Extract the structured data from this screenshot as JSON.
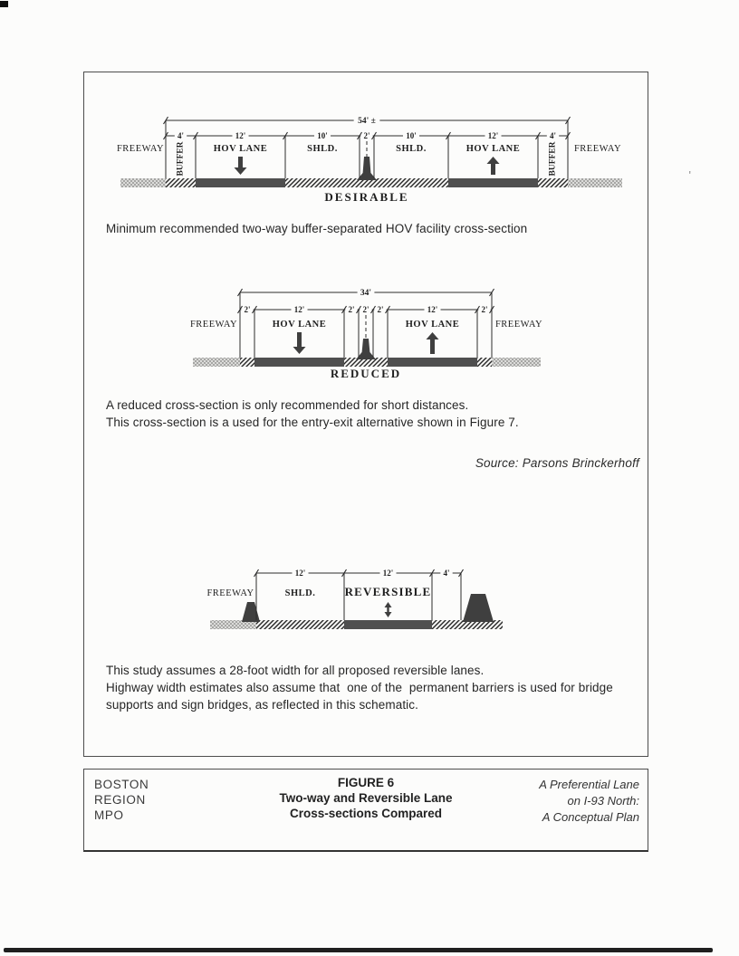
{
  "captions": {
    "desirable": "Minimum recommended two-way buffer-separated HOV facility cross-section",
    "reduced": [
      "A reduced cross-section is only recommended for short distances.",
      "This cross-section is a used for the entry-exit alternative shown in Figure 7."
    ],
    "source": "Source: Parsons Brinckerhoff",
    "reversible": [
      "This study assumes a 28-foot width for all proposed reversible lanes.",
      "Highway width estimates also assume that  one of the  permanent barriers is used for bridge",
      "supports and sign bridges, as reflected in this schematic."
    ]
  },
  "footer": {
    "org": [
      "BOSTON",
      "REGION",
      "MPO"
    ],
    "figure_title": [
      "FIGURE 6",
      "Two-way and Reversible Lane",
      "Cross-sections Compared"
    ],
    "report_title": [
      "A Preferential Lane",
      "on I-93 North:",
      "A Conceptual Plan"
    ]
  },
  "diagram_style": {
    "colors": {
      "line": "#2b2b2b",
      "text": "#1e1e1e",
      "dark": "#4f4f4f",
      "dark2": "#3f3f3f",
      "hatch_bg": "#f6f6f4",
      "hatch_line": "#262626",
      "speckle_bg": "#dcdcda",
      "speckle_dot": "#a6a6a4",
      "paper": "#fcfcfb"
    }
  },
  "diagrams": [
    {
      "id": "desirable",
      "total_dim": "54' ±",
      "below_label": "DESIRABLE",
      "freeway_left": "FREEWAY",
      "freeway_right": "FREEWAY",
      "segments": [
        {
          "dim": "4'",
          "ft": 4,
          "label": "BUFFER",
          "rot": true,
          "ground": "hatch"
        },
        {
          "dim": "12'",
          "ft": 12,
          "label": "HOV LANE",
          "arrow": "down",
          "ground": "dark"
        },
        {
          "dim": "10'",
          "ft": 10,
          "label": "SHLD.",
          "ground": "hatch"
        },
        {
          "dim": "2'",
          "ft": 2,
          "center_barrier": true,
          "ground": "hatch"
        },
        {
          "dim": "10'",
          "ft": 10,
          "label": "SHLD.",
          "ground": "hatch"
        },
        {
          "dim": "12'",
          "ft": 12,
          "label": "HOV LANE",
          "arrow": "up",
          "ground": "dark"
        },
        {
          "dim": "4'",
          "ft": 4,
          "label": "BUFFER",
          "rot": true,
          "ground": "hatch"
        }
      ]
    },
    {
      "id": "reduced",
      "total_dim": "34'",
      "below_label": "REDUCED",
      "freeway_left": "FREEWAY",
      "freeway_right": "FREEWAY",
      "segments": [
        {
          "dim": "2'",
          "ft": 2,
          "ground": "hatch"
        },
        {
          "dim": "12'",
          "ft": 12,
          "label": "HOV LANE",
          "arrow": "down",
          "ground": "dark"
        },
        {
          "dim": "2'",
          "ft": 2,
          "ground": "hatch"
        },
        {
          "dim": "2'",
          "ft": 2,
          "center_barrier": true,
          "ground": "hatch"
        },
        {
          "dim": "2'",
          "ft": 2,
          "ground": "hatch"
        },
        {
          "dim": "12'",
          "ft": 12,
          "label": "HOV LANE",
          "arrow": "up",
          "ground": "dark"
        },
        {
          "dim": "2'",
          "ft": 2,
          "ground": "hatch"
        }
      ]
    },
    {
      "id": "reversible",
      "freeway_left": "FREEWAY",
      "left_barrier": true,
      "right_barrier": true,
      "tail": "hatch",
      "segments": [
        {
          "dim": "12'",
          "ft": 12,
          "label": "SHLD.",
          "ground": "hatch"
        },
        {
          "dim": "12'",
          "ft": 12,
          "label": "REVERSIBLE",
          "big": true,
          "arrow": "updown",
          "ground": "dark"
        },
        {
          "dim": "4'",
          "ft": 4,
          "ground": "hatch"
        }
      ]
    }
  ]
}
